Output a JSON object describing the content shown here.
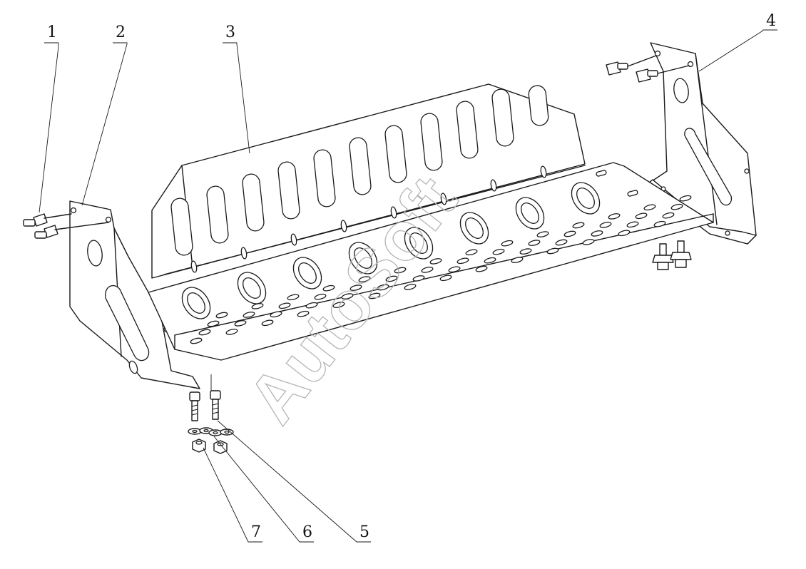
{
  "diagram": {
    "type": "exploded-assembly-drawing",
    "callouts": [
      "1",
      "2",
      "3",
      "4",
      "5",
      "6",
      "7"
    ],
    "watermark": "AutoSoft"
  }
}
